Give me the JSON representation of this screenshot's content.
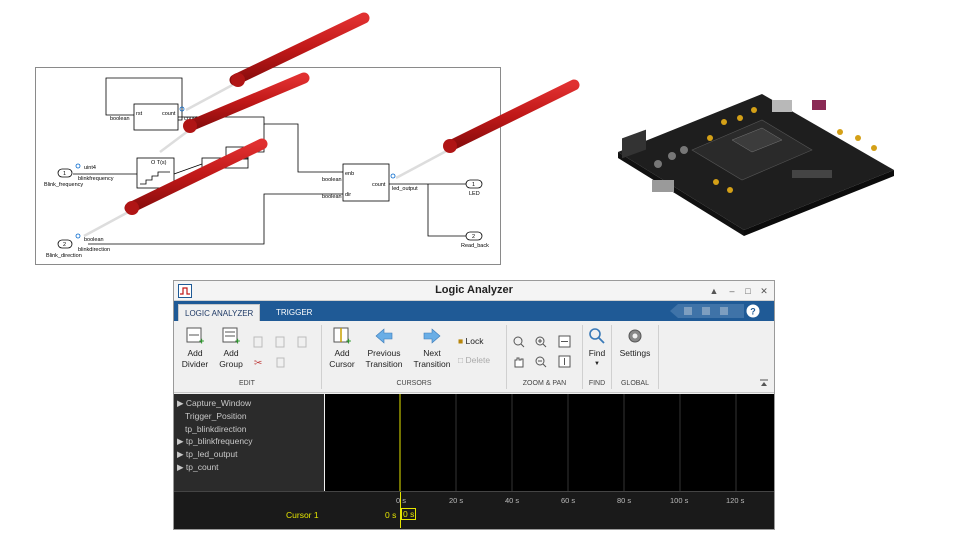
{
  "diagram": {
    "labels": {
      "boolean1": "boolean",
      "rst": "rst",
      "count1": "count",
      "uint4": "uint4",
      "blinkfrequency": "blinkfrequency",
      "blink_frequency": "Blink_frequency",
      "const_in": "1",
      "zoh": "O T(s)",
      "enb": "enb",
      "dir": "dir",
      "count2": "count",
      "boolean2": "boolean",
      "boolean3": "boolean",
      "led_output": "led_output",
      "led_port": "1",
      "led": "LED",
      "rb_port": "2",
      "read_back": "Read_back",
      "in2_port": "2",
      "in2_boolean": "boolean",
      "blinkdirection": "blinkdirection",
      "blink_direction": "Blink_direction"
    },
    "probe_color": "#cc1f1f"
  },
  "window": {
    "title": "Logic Analyzer",
    "tabs": [
      "LOGIC ANALYZER",
      "TRIGGER"
    ],
    "header_color": "#1f5a96"
  },
  "ribbon": {
    "add_divider": "Add\nDivider",
    "add_group": "Add\nGroup",
    "add_cursor": "Add\nCursor",
    "previous_transition": "Previous\nTransition",
    "next_transition": "Next\nTransition",
    "lock": "Lock",
    "delete": "Delete",
    "find": "Find",
    "settings": "Settings",
    "sections": {
      "edit": "EDIT",
      "cursors": "CURSORS",
      "zoom_pan": "ZOOM & PAN",
      "find": "FIND",
      "global": "GLOBAL"
    }
  },
  "signals": [
    {
      "name": "Capture_Window",
      "expandable": true
    },
    {
      "name": "Trigger_Position",
      "expandable": false
    },
    {
      "name": "tp_blinkdirection",
      "expandable": false
    },
    {
      "name": "tp_blinkfrequency",
      "expandable": true
    },
    {
      "name": "tp_led_output",
      "expandable": true
    },
    {
      "name": "tp_count",
      "expandable": true
    }
  ],
  "timeline": {
    "ticks": [
      "0 s",
      "20 s",
      "40 s",
      "60 s",
      "80 s",
      "100 s",
      "120 s"
    ],
    "cursor_label": "Cursor 1",
    "cursor_value": "0 s",
    "cursor_box": "0 s",
    "cursor_color": "#e6e600"
  }
}
